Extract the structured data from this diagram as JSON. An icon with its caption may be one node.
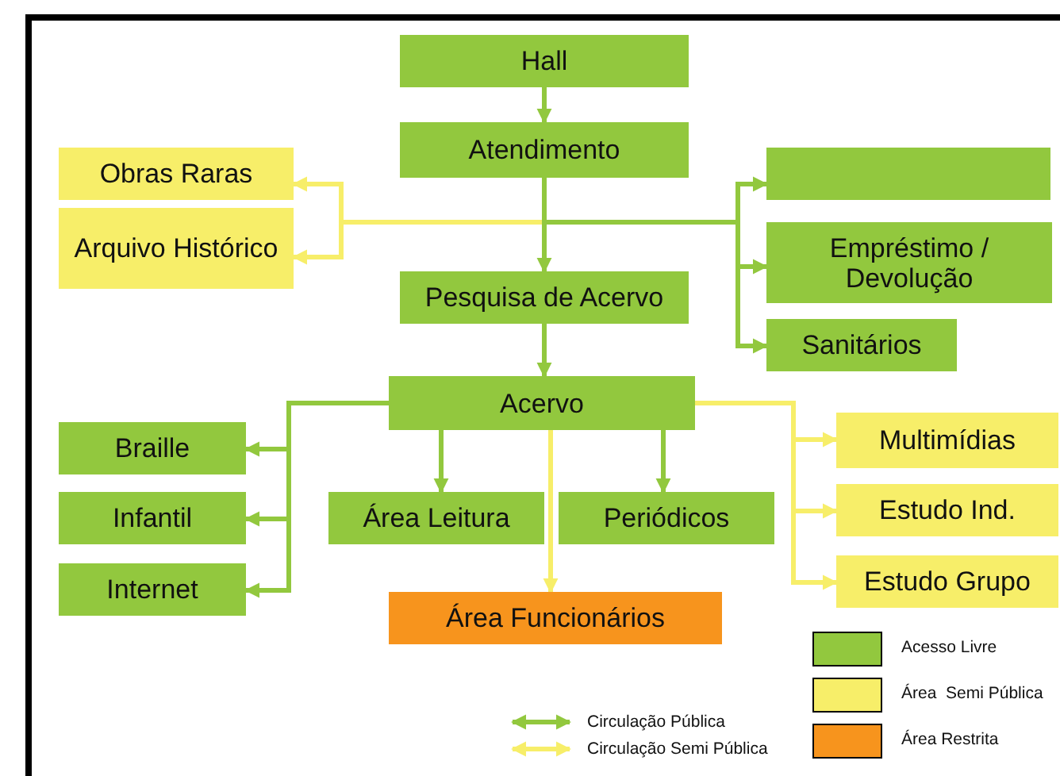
{
  "diagram": {
    "nodes": [
      {
        "text": [
          "Hall"
        ]
      },
      {
        "text": [
          "Atendimento"
        ]
      },
      {
        "text": [
          "Obras Raras"
        ]
      },
      {
        "text": [
          "Arquivo Histórico"
        ]
      },
      {
        "text": [],
        "shape": "box"
      },
      {
        "text": [
          "Empréstimo / Devolução"
        ]
      },
      {
        "text": [
          "Pesquisa de Acervo"
        ]
      },
      {
        "text": [
          "Sanitários"
        ]
      },
      {
        "text": [
          "Acervo"
        ]
      },
      {
        "text": [
          "Braille"
        ]
      },
      {
        "text": [
          "Infantil"
        ]
      },
      {
        "text": [
          "Internet"
        ]
      },
      {
        "text": [
          "Área Leitura"
        ]
      },
      {
        "text": [
          "Periódicos"
        ]
      },
      {
        "text": [
          "Multimídias"
        ]
      },
      {
        "text": [
          "Estudo Ind."
        ]
      },
      {
        "text": [
          "Estudo Grupo"
        ]
      },
      {
        "text": [
          "Área Funcionários"
        ]
      }
    ],
    "edges": [
      {
        "from": 0,
        "to": 1,
        "arrow": "to"
      },
      {
        "from": 1,
        "to": 6,
        "arrow": "to"
      },
      {
        "from": 1,
        "to": 2,
        "arrow": "to",
        "color": "#f7ee69"
      },
      {
        "from": 1,
        "to": 3,
        "arrow": "to",
        "color": "#f7ee69"
      },
      {
        "from": 1,
        "to": 4,
        "arrow": "to"
      },
      {
        "from": 1,
        "to": 5,
        "arrow": "to"
      },
      {
        "from": 1,
        "to": 7,
        "arrow": "to"
      },
      {
        "from": 6,
        "to": 8,
        "arrow": "to"
      },
      {
        "from": 8,
        "to": 9,
        "arrow": "to"
      },
      {
        "from": 8,
        "to": 10,
        "arrow": "to"
      },
      {
        "from": 8,
        "to": 11,
        "arrow": "to"
      },
      {
        "from": 8,
        "to": 12,
        "arrow": "to"
      },
      {
        "from": 8,
        "to": 13,
        "arrow": "to"
      },
      {
        "from": 8,
        "to": 17,
        "arrow": "to",
        "color": "#f7ee69"
      },
      {
        "from": 8,
        "to": 14,
        "arrow": "to",
        "color": "#f7ee69"
      },
      {
        "from": 8,
        "to": 15,
        "arrow": "to",
        "color": "#f7ee69"
      },
      {
        "from": 8,
        "to": 16,
        "arrow": "to",
        "color": "#f7ee69"
      }
    ],
    "legend": [
      {
        "text": "Acesso Livre",
        "color": "#92c83e"
      },
      {
        "text": "Área  Semi Pública",
        "color": "#f7ee69"
      },
      {
        "text": "Área Restrita",
        "color": "#f7941d"
      },
      {
        "text": "Circulação Pública"
      },
      {
        "text": "Circulação Semi Pública"
      }
    ]
  }
}
